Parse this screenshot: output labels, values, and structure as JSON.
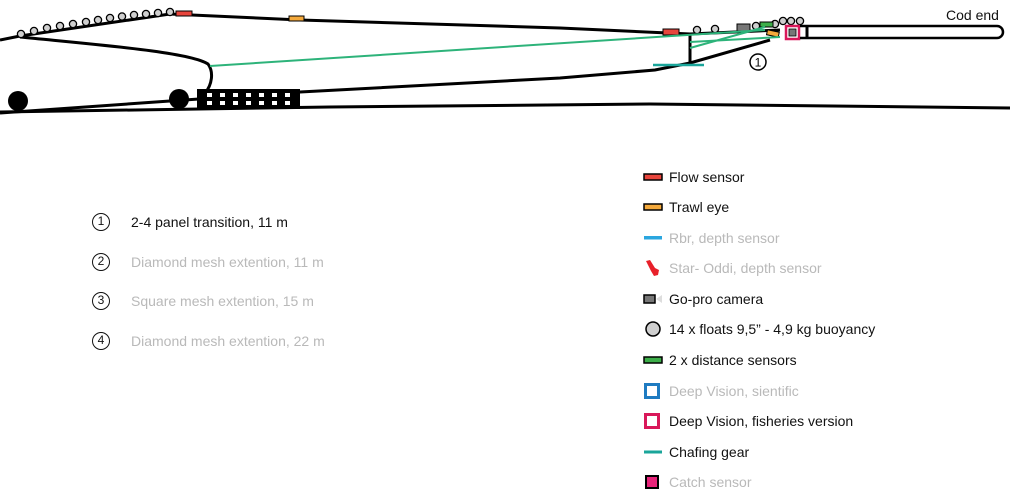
{
  "diagram": {
    "codend_label": "Cod end",
    "section_marker": "1",
    "colors": {
      "outline": "#000000",
      "flow_sensor": "#e8453c",
      "trawl_eye": "#f4a93b",
      "rbr_depth": "#2aa6df",
      "star_oddi": "#e8202a",
      "gopro": "#777777",
      "float": "#cfcfcf",
      "distance_sensor": "#3cae49",
      "deep_vision_scientific": "#1f7bc1",
      "deep_vision_fisheries": "#d9185a",
      "chafing_gear": "#1aa59a",
      "catch_sensor": "#e8247a",
      "distance_line": "#2db37a"
    }
  },
  "sections": [
    {
      "num": "1",
      "label": "2-4 panel transition, 11 m",
      "active": true
    },
    {
      "num": "2",
      "label": "Diamond mesh extention, 11 m",
      "active": false
    },
    {
      "num": "3",
      "label": "Square mesh extention, 15 m",
      "active": false
    },
    {
      "num": "4",
      "label": "Diamond mesh extention, 22 m",
      "active": false
    }
  ],
  "legend": [
    {
      "icon": "flow-sensor-icon",
      "label": "Flow sensor",
      "active": true
    },
    {
      "icon": "trawl-eye-icon",
      "label": "Trawl eye",
      "active": true
    },
    {
      "icon": "rbr-depth-sensor-icon",
      "label": "Rbr, depth sensor",
      "active": false
    },
    {
      "icon": "star-oddi-icon",
      "label": "Star- Oddi, depth sensor",
      "active": false
    },
    {
      "icon": "gopro-camera-icon",
      "label": "Go-pro camera",
      "active": true
    },
    {
      "icon": "float-icon",
      "label": "14 x floats 9,5” - 4,9 kg buoyancy",
      "active": true
    },
    {
      "icon": "distance-sensor-icon",
      "label": "2 x distance sensors",
      "active": true
    },
    {
      "icon": "deep-vision-scientific-icon",
      "label": "Deep Vision, sientific",
      "active": false
    },
    {
      "icon": "deep-vision-fisheries-icon",
      "label": "Deep Vision, fisheries version",
      "active": true
    },
    {
      "icon": "chafing-gear-icon",
      "label": "Chafing gear",
      "active": true
    },
    {
      "icon": "catch-sensor-icon",
      "label": "Catch sensor",
      "active": false
    }
  ]
}
